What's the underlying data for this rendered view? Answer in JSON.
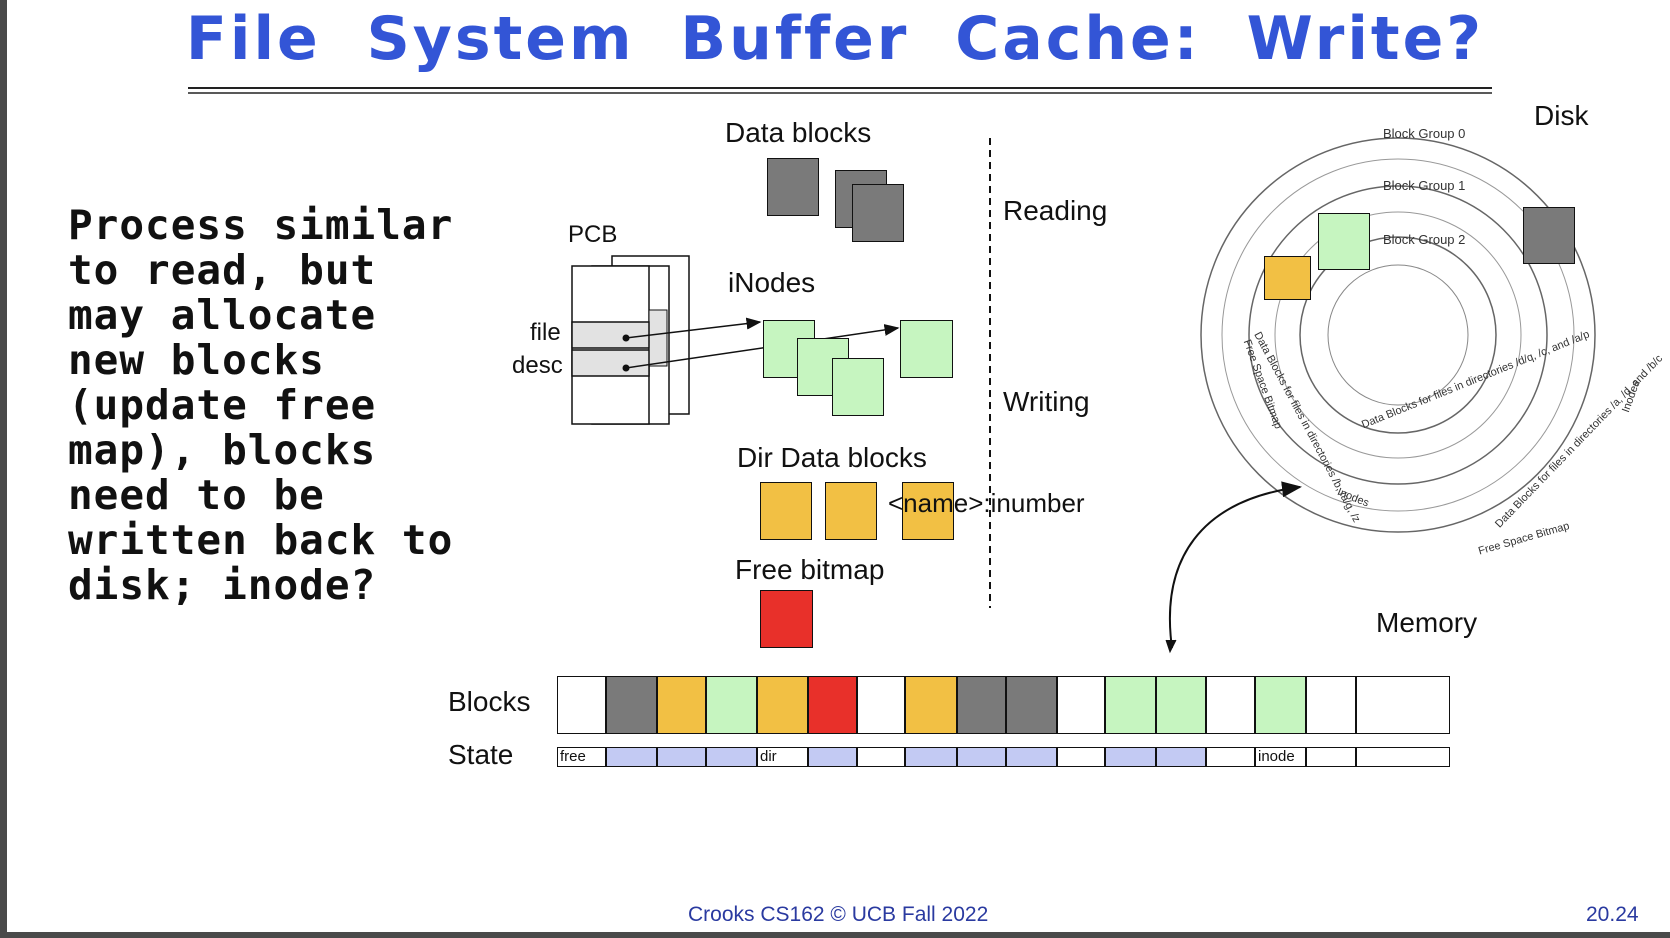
{
  "slide": {
    "title": "File System Buffer Cache: Write?",
    "body_lines": [
      "Process similar",
      "to read, but",
      "may allocate",
      "new blocks",
      "(update free",
      "map), blocks",
      "need to be",
      "written back to",
      "disk; inode?"
    ],
    "footer_center": "Crooks CS162 © UCB Fall 2022",
    "footer_right": "20.24"
  },
  "diagram": {
    "labels": {
      "data_blocks": "Data blocks",
      "pcb": "PCB",
      "inodes": "iNodes",
      "file": "file",
      "desc": "desc",
      "dir_data_blocks": "Dir Data blocks",
      "name_inumber": "<name>:inumber",
      "free_bitmap": "Free bitmap",
      "reading": "Reading",
      "writing": "Writing",
      "disk": "Disk",
      "memory": "Memory",
      "blocks": "Blocks",
      "state": "State"
    },
    "disk_labels": {
      "group0": "Block Group 0",
      "group1": "Block Group 1",
      "group2": "Block Group 2",
      "ring_inner": "Data Blocks for files in directories /b, /a/g, /z",
      "ring_inner_right": "Data Blocks for files in directories /d/q, /c, and /a/p",
      "ring_outer": "Data Blocks for files in directories /a, /d, and /b/c",
      "free_space_bitmap": "Free Space Bitmap",
      "inodes": "Inodes"
    },
    "colors": {
      "data": "#7a7a7a",
      "inode": "#c6f5c0",
      "dir": "#f2c044",
      "bitmap": "#e8302a",
      "state": "#c3caf3",
      "title": "#3355d6",
      "footer": "#2a3aa0"
    },
    "memory_blocks": [
      "empty",
      "data",
      "dir",
      "inode",
      "dir",
      "bitmap",
      "empty",
      "dir",
      "data",
      "data",
      "empty",
      "inode",
      "inode",
      "empty",
      "inode",
      "empty",
      "empty"
    ],
    "state_cells": [
      {
        "fill": "empty",
        "text": "free"
      },
      {
        "fill": "state",
        "text": ""
      },
      {
        "fill": "state",
        "text": ""
      },
      {
        "fill": "state",
        "text": ""
      },
      {
        "fill": "empty",
        "text": "dir"
      },
      {
        "fill": "state",
        "text": ""
      },
      {
        "fill": "empty",
        "text": ""
      },
      {
        "fill": "state",
        "text": ""
      },
      {
        "fill": "state",
        "text": ""
      },
      {
        "fill": "state",
        "text": ""
      },
      {
        "fill": "empty",
        "text": ""
      },
      {
        "fill": "state",
        "text": ""
      },
      {
        "fill": "state",
        "text": ""
      },
      {
        "fill": "empty",
        "text": ""
      },
      {
        "fill": "empty",
        "text": "inode"
      },
      {
        "fill": "empty",
        "text": ""
      },
      {
        "fill": "empty",
        "text": ""
      }
    ]
  }
}
